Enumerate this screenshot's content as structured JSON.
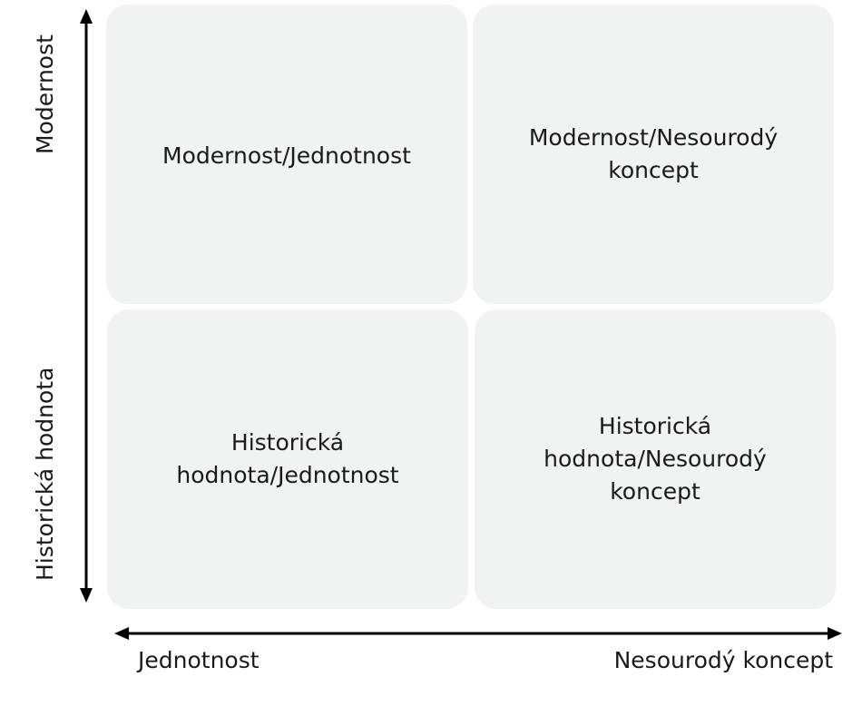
{
  "quadrants": {
    "top_left": "Modernost/Jednotnost",
    "top_right": "Modernost/Nesourodý\nkoncept",
    "bottom_left": "Historická\nhodnota/Jednotnost",
    "bottom_right": "Historická\nhodnota/Nesourodý\nkoncept"
  },
  "axes": {
    "y_top": "Modernost",
    "y_bottom": "Historická hodnota",
    "x_left": "Jednotnost",
    "x_right": "Nesourodý koncept"
  }
}
